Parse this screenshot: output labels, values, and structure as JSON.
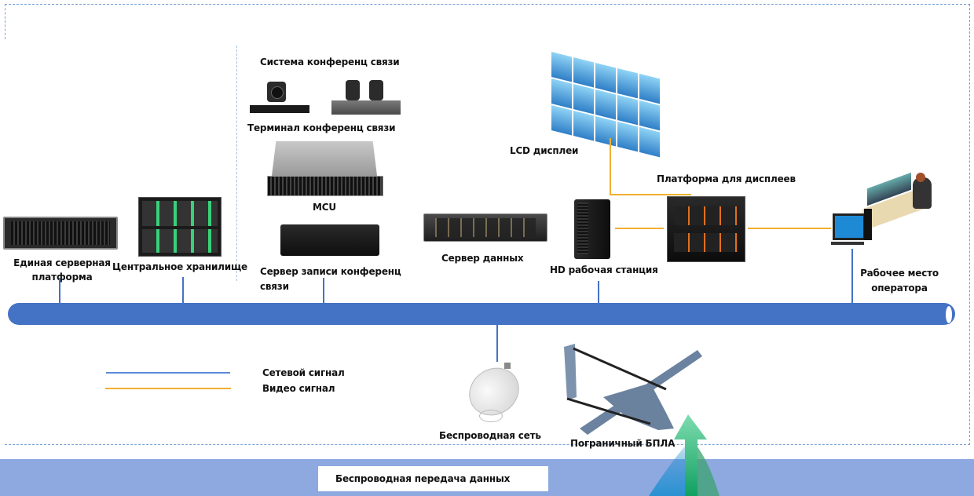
{
  "title": "Network topology",
  "colors": {
    "network_signal": "#5b8bd6",
    "video_signal": "#f0b030",
    "bus": "#4472c4",
    "bottom_band": "#8ea9e0",
    "frame": "#7aa0d4"
  },
  "nodes": {
    "unified_server": {
      "label_line1": "Единая серверная",
      "label_line2": "платформа"
    },
    "central_storage": {
      "label": "Центральное хранилище"
    },
    "conference_system": {
      "label": "Система конференц связи"
    },
    "conference_terminal": {
      "label": "Терминал конференц связи"
    },
    "mcu": {
      "label": "MCU"
    },
    "conf_record_server": {
      "label_line1": "Сервер записи конференц",
      "label_line2": "связи"
    },
    "data_server": {
      "label": "Сервер данных"
    },
    "hd_workstation": {
      "label": "HD рабочая станция"
    },
    "lcd_displays": {
      "label": "LCD дисплеи"
    },
    "display_platform": {
      "label": "Платформа для дисплеев"
    },
    "operator_workplace": {
      "label_line1": "Рабочее место",
      "label_line2": "оператора"
    },
    "wireless_network": {
      "label": "Беспроводная сеть"
    },
    "border_uav": {
      "label": "Пограничный БПЛА"
    }
  },
  "legend": {
    "network": "Сетевой сигнал",
    "video": "Видео сигнал"
  },
  "bottom": {
    "label": "Беспроводная передача данных"
  },
  "icons": [
    "server-rack-icon",
    "storage-array-icon",
    "ptz-camera-icon",
    "dual-camera-terminal-icon",
    "rack-server-icon",
    "recorder-icon",
    "dell-server-icon",
    "tower-workstation-icon",
    "video-wall-icon",
    "display-controller-icon",
    "operator-desk-icon",
    "satellite-dish-icon",
    "uav-icon",
    "uplink-arrow-icon"
  ]
}
